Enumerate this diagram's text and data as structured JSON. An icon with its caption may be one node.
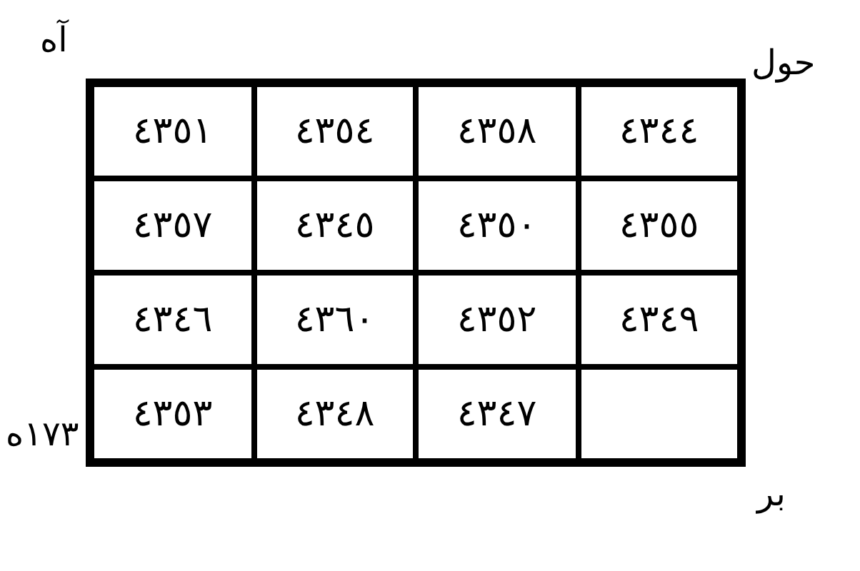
{
  "diagram": {
    "nodes": [
      {
        "text": [],
        "shape": "box"
      },
      {
        "text": [
          "٤٣٥١"
        ],
        "in": 0
      },
      {
        "text": [
          "٤٣٥٤"
        ],
        "in": 0
      },
      {
        "text": [
          "٤٣٥٨"
        ],
        "in": 0
      },
      {
        "text": [
          "٤٣٤٤"
        ],
        "in": 0
      },
      {
        "text": [
          "٤٣٥٧"
        ],
        "in": 0
      },
      {
        "text": [
          "٤٣٤٥"
        ],
        "in": 0
      },
      {
        "text": [
          "٤٣٥٠"
        ],
        "in": 0
      },
      {
        "text": [
          "٤٣٥٥"
        ],
        "in": 0
      },
      {
        "text": [
          "٤٣٤٦"
        ],
        "in": 0
      },
      {
        "text": [
          "٤٣٦٠"
        ],
        "in": 0
      },
      {
        "text": [
          "٤٣٥٢"
        ],
        "in": 0
      },
      {
        "text": [
          "٤٣٤٩"
        ],
        "in": 0
      },
      {
        "text": [
          "٤٣٥٣"
        ],
        "in": 0
      },
      {
        "text": [
          "٤٣٤٨"
        ],
        "in": 0
      },
      {
        "text": [
          "٤٣٤٧"
        ],
        "in": 0
      },
      {
        "text": [],
        "shape": "box",
        "in": 0
      }
    ],
    "labels": [
      "آه",
      "حول",
      "١٧٣ه",
      "بر"
    ]
  }
}
